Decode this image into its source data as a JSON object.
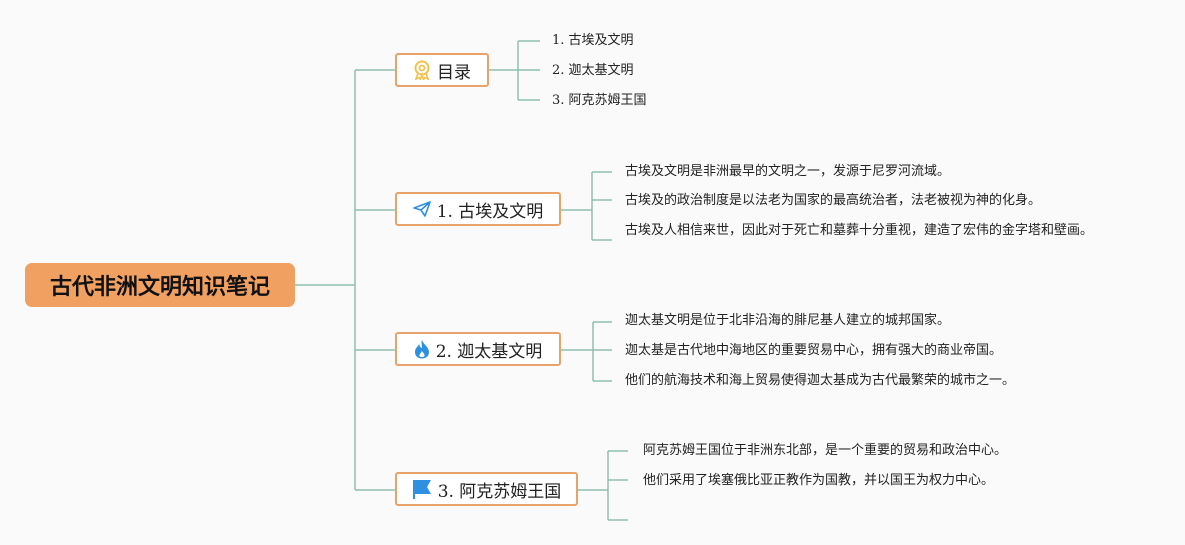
{
  "root": {
    "title": "古代非洲文明知识笔记"
  },
  "colors": {
    "root_fill": "#f0a060",
    "topic_border": "#e8a26a",
    "line": "#8fbfae",
    "icon_blue": "#2f8fe0",
    "icon_gold": "#f2c24e"
  },
  "topics": [
    {
      "label": "目录",
      "icon": "award-ribbon-icon",
      "children": [
        "1. 古埃及文明",
        "2. 迦太基文明",
        "3. 阿克苏姆王国"
      ]
    },
    {
      "label": "1. 古埃及文明",
      "icon": "paper-plane-icon",
      "children": [
        "古埃及文明是非洲最早的文明之一，发源于尼罗河流域。",
        "古埃及的政治制度是以法老为国家的最高统治者，法老被视为神的化身。",
        "古埃及人相信来世，因此对于死亡和墓葬十分重视，建造了宏伟的金字塔和壁画。"
      ]
    },
    {
      "label": "2. 迦太基文明",
      "icon": "flame-icon",
      "children": [
        "迦太基文明是位于北非沿海的腓尼基人建立的城邦国家。",
        "迦太基是古代地中海地区的重要贸易中心，拥有强大的商业帝国。",
        "他们的航海技术和海上贸易使得迦太基成为古代最繁荣的城市之一。"
      ]
    },
    {
      "label": "3. 阿克苏姆王国",
      "icon": "flag-icon",
      "children": [
        "阿克苏姆王国位于非洲东北部，是一个重要的贸易和政治中心。",
        "他们采用了埃塞俄比亚正教作为国教，并以国王为权力中心。",
        ""
      ]
    }
  ]
}
